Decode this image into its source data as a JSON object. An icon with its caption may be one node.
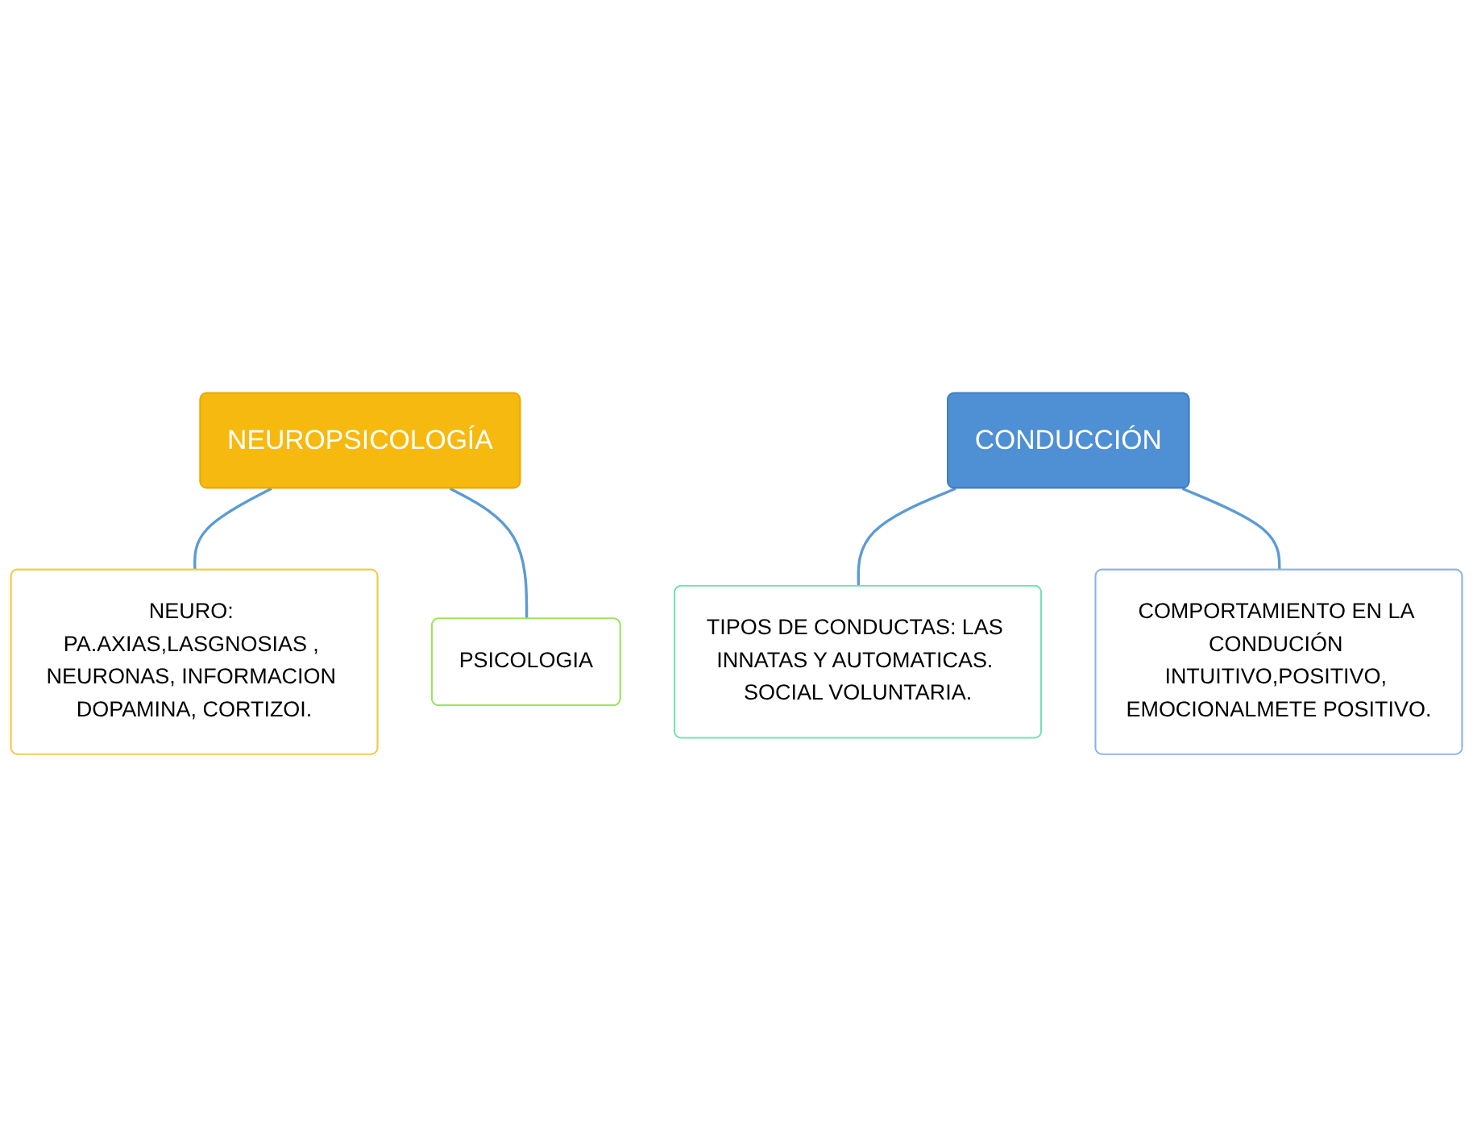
{
  "diagram": {
    "nodes": [
      {
        "text": [
          "NEUROPSICOLOGÍA"
        ]
      },
      {
        "text": [
          "NEURO: PA.AXIAS,LASGNOSIAS , NEURONAS, INFORMACION DOPAMINA, CORTIZOI."
        ]
      },
      {
        "text": [
          "PSICOLOGIA"
        ]
      },
      {
        "text": [
          "CONDUCCIÓN"
        ]
      },
      {
        "text": [
          "TIPOS DE CONDUCTAS: LAS INNATAS Y AUTOMATICAS. SOCIAL VOLUNTARIA."
        ]
      },
      {
        "text": [
          "COMPORTAMIENTO EN LA CONDUCIÓN INTUITIVO,POSITIVO, EMOCIONALMETE POSITIVO."
        ]
      }
    ],
    "edges": [
      {
        "from": 0,
        "to": 1,
        "arrow": "none"
      },
      {
        "from": 0,
        "to": 2,
        "arrow": "none"
      },
      {
        "from": 3,
        "to": 4,
        "arrow": "none"
      },
      {
        "from": 3,
        "to": 5,
        "arrow": "none"
      }
    ]
  }
}
